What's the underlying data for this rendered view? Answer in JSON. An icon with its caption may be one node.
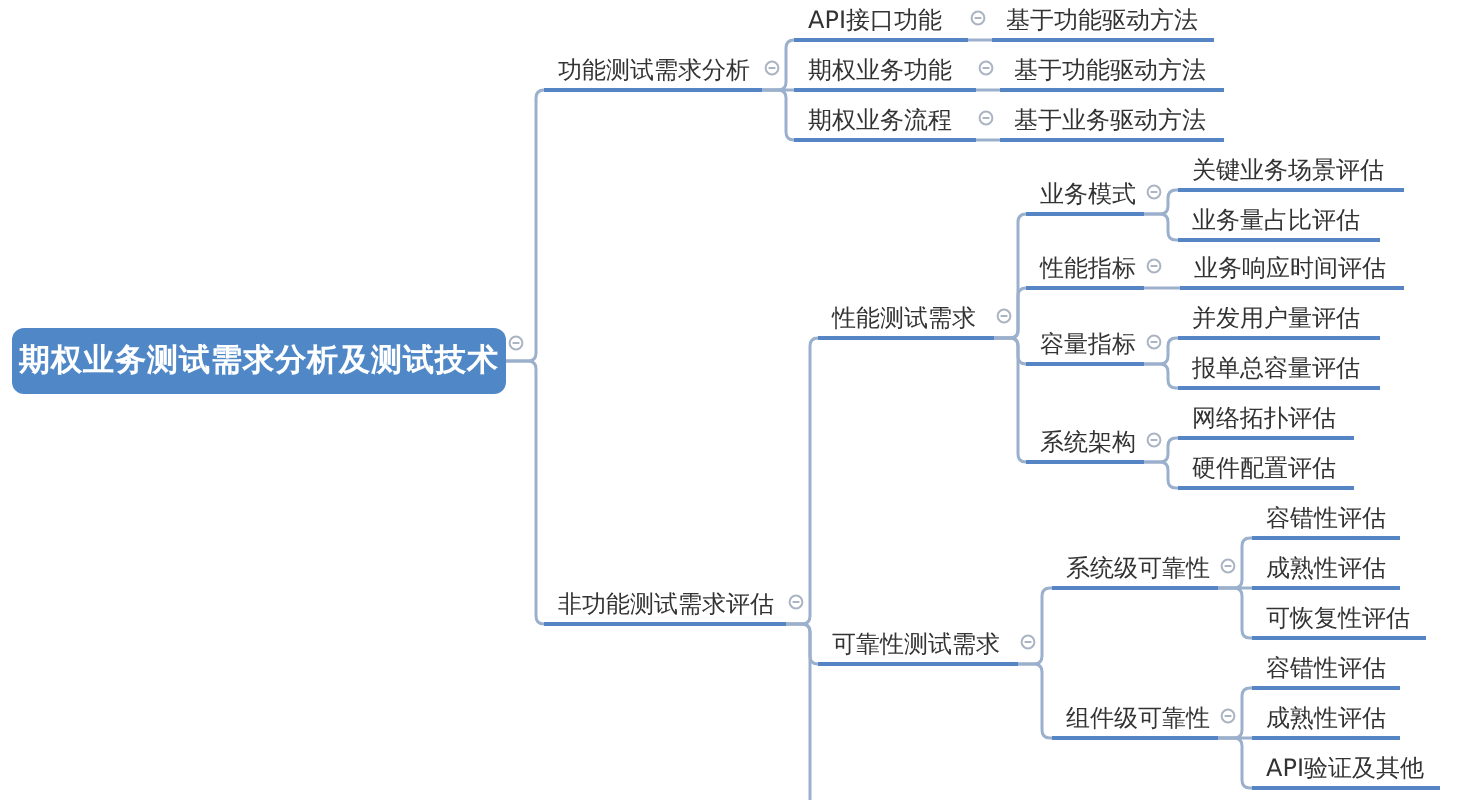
{
  "diagram": {
    "nodes": [
      {
        "text": [
          "期权业务测试需求分析及测试技术"
        ]
      },
      {
        "text": [
          "功能测试需求分析"
        ]
      },
      {
        "text": [
          "API接口功能"
        ]
      },
      {
        "text": [
          "基于功能驱动方法"
        ]
      },
      {
        "text": [
          "期权业务功能"
        ]
      },
      {
        "text": [
          "基于功能驱动方法"
        ]
      },
      {
        "text": [
          "期权业务流程"
        ]
      },
      {
        "text": [
          "基于业务驱动方法"
        ]
      },
      {
        "text": [
          "非功能测试需求评估"
        ]
      },
      {
        "text": [
          "性能测试需求"
        ]
      },
      {
        "text": [
          "业务模式"
        ]
      },
      {
        "text": [
          "关键业务场景评估"
        ]
      },
      {
        "text": [
          "业务量占比评估"
        ]
      },
      {
        "text": [
          "性能指标"
        ]
      },
      {
        "text": [
          "业务响应时间评估"
        ]
      },
      {
        "text": [
          "容量指标"
        ]
      },
      {
        "text": [
          "并发用户量评估"
        ]
      },
      {
        "text": [
          "报单总容量评估"
        ]
      },
      {
        "text": [
          "系统架构"
        ]
      },
      {
        "text": [
          "网络拓扑评估"
        ]
      },
      {
        "text": [
          "硬件配置评估"
        ]
      },
      {
        "text": [
          "可靠性测试需求"
        ]
      },
      {
        "text": [
          "系统级可靠性"
        ]
      },
      {
        "text": [
          "容错性评估"
        ]
      },
      {
        "text": [
          "成熟性评估"
        ]
      },
      {
        "text": [
          "可恢复性评估"
        ]
      },
      {
        "text": [
          "组件级可靠性"
        ]
      },
      {
        "text": [
          "容错性评估"
        ]
      },
      {
        "text": [
          "成熟性评估"
        ]
      },
      {
        "text": [
          "API验证及其他"
        ]
      }
    ],
    "edges": [
      {
        "from": 0,
        "to": 1,
        "arrow": "none"
      },
      {
        "from": 0,
        "to": 8,
        "arrow": "none"
      },
      {
        "from": 1,
        "to": 2,
        "arrow": "none"
      },
      {
        "from": 1,
        "to": 4,
        "arrow": "none"
      },
      {
        "from": 1,
        "to": 6,
        "arrow": "none"
      },
      {
        "from": 2,
        "to": 3,
        "arrow": "none"
      },
      {
        "from": 4,
        "to": 5,
        "arrow": "none"
      },
      {
        "from": 6,
        "to": 7,
        "arrow": "none"
      },
      {
        "from": 8,
        "to": 9,
        "arrow": "none"
      },
      {
        "from": 8,
        "to": 21,
        "arrow": "none"
      },
      {
        "from": 8,
        "to": null,
        "arrow": "none"
      },
      {
        "from": 9,
        "to": 10,
        "arrow": "none"
      },
      {
        "from": 9,
        "to": 13,
        "arrow": "none"
      },
      {
        "from": 9,
        "to": 15,
        "arrow": "none"
      },
      {
        "from": 9,
        "to": 18,
        "arrow": "none"
      },
      {
        "from": 10,
        "to": 11,
        "arrow": "none"
      },
      {
        "from": 10,
        "to": 12,
        "arrow": "none"
      },
      {
        "from": 13,
        "to": 14,
        "arrow": "none"
      },
      {
        "from": 15,
        "to": 16,
        "arrow": "none"
      },
      {
        "from": 15,
        "to": 17,
        "arrow": "none"
      },
      {
        "from": 18,
        "to": 19,
        "arrow": "none"
      },
      {
        "from": 18,
        "to": 20,
        "arrow": "none"
      },
      {
        "from": 21,
        "to": 22,
        "arrow": "none"
      },
      {
        "from": 21,
        "to": 26,
        "arrow": "none"
      },
      {
        "from": 22,
        "to": 23,
        "arrow": "none"
      },
      {
        "from": 22,
        "to": 24,
        "arrow": "none"
      },
      {
        "from": 22,
        "to": 25,
        "arrow": "none"
      },
      {
        "from": 26,
        "to": 27,
        "arrow": "none"
      },
      {
        "from": 26,
        "to": 28,
        "arrow": "none"
      },
      {
        "from": 26,
        "to": 29,
        "arrow": "none"
      }
    ]
  }
}
